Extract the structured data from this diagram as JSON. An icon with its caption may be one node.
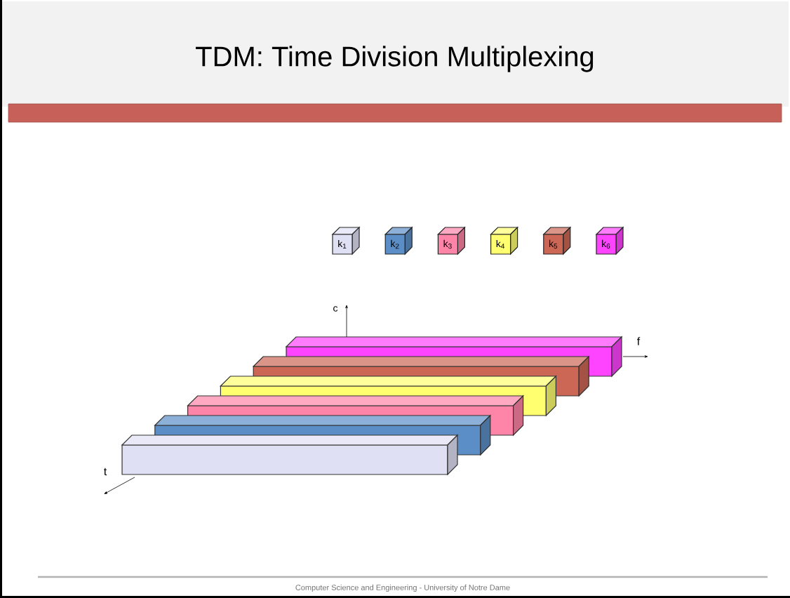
{
  "diagram": {
    "title": "TDM: Time Division Multiplexing",
    "nodes": [
      {
        "text": [
          "k$_{1}$"
        ]
      },
      {
        "text": [
          "k$_{2}$"
        ]
      },
      {
        "text": [
          "k$_{3}$"
        ]
      },
      {
        "text": [
          "k$_{4}$"
        ]
      },
      {
        "text": [
          "k$_{5}$"
        ]
      },
      {
        "text": [
          "k$_{6}$"
        ]
      }
    ],
    "labels": [
      "c",
      "f",
      "t",
      "Computer Science and Engineering - University of Notre Dame"
    ]
  }
}
